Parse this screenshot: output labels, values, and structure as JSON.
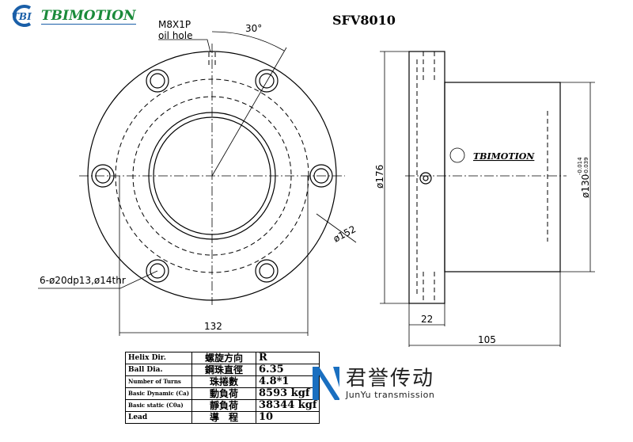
{
  "header": {
    "brand_badge": "TBI",
    "brand_name": "TBIMOTION",
    "model_title": "SFV8010"
  },
  "front_view": {
    "oil_hole_spec": "M8X1P",
    "oil_hole_label": "oil hole",
    "angle_label": "30°",
    "bolt_circle_label": "ø152",
    "mounting_holes_label": "6-ø20dp13,ø14thr",
    "width_label": "132"
  },
  "side_view": {
    "flange_dia_label": "ø176",
    "body_dia_label": "ø130",
    "body_tol_upper": "-0.014",
    "body_tol_lower": "-0.039",
    "flange_thickness_label": "22",
    "length_label": "105",
    "engraved_logo": "TBIMOTION"
  },
  "spec_table": {
    "rows": [
      {
        "en": "Helix  Dir.",
        "cn": "螺旋方向",
        "value": "R"
      },
      {
        "en": "Ball Dia.",
        "cn": "鋼珠直徑",
        "value": "6.35"
      },
      {
        "en": "Number of Turns",
        "cn": "珠捲數",
        "value": "4.8*1"
      },
      {
        "en": "Basic Dynamic (Ca)",
        "cn": "動負荷",
        "value": "8593 kgf"
      },
      {
        "en": "Basic static (C0a)",
        "cn": "靜負荷",
        "value": "38344 kgf"
      },
      {
        "en": "Lead",
        "cn": "導　程",
        "value": "10"
      }
    ]
  },
  "junyu_logo": {
    "cn": "君誉传动",
    "en": "JunYu transmission",
    "color": "#1a6fc0"
  }
}
